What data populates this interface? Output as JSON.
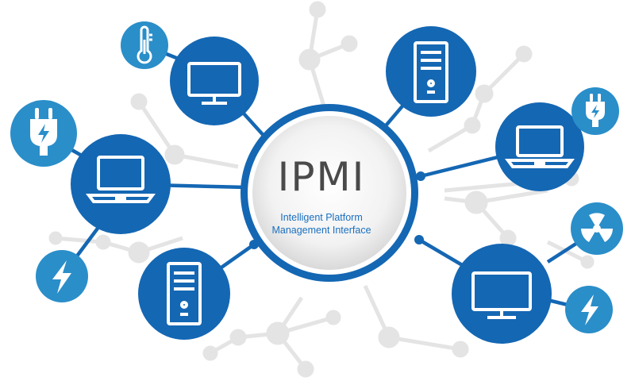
{
  "hub": {
    "title": "IPMI",
    "subtitle_line1": "Intelligent Platform",
    "subtitle_line2": "Management Interface"
  },
  "colors": {
    "primary": "#1467b3",
    "secondary": "#2a8ec9",
    "background_network": "#e4e4e4",
    "hub_ring": "#1467b3",
    "hub_fill": "#f0f0f0"
  },
  "nodes": [
    {
      "icon": "monitor-icon"
    },
    {
      "icon": "server-tower-icon"
    },
    {
      "icon": "laptop-icon"
    },
    {
      "icon": "laptop-icon"
    },
    {
      "icon": "server-tower-icon"
    },
    {
      "icon": "monitor-icon"
    }
  ],
  "satellites": [
    {
      "icon": "thermometer-icon"
    },
    {
      "icon": "power-plug-icon"
    },
    {
      "icon": "lightning-icon"
    },
    {
      "icon": "power-plug-icon"
    },
    {
      "icon": "radiation-icon"
    },
    {
      "icon": "lightning-icon"
    }
  ]
}
